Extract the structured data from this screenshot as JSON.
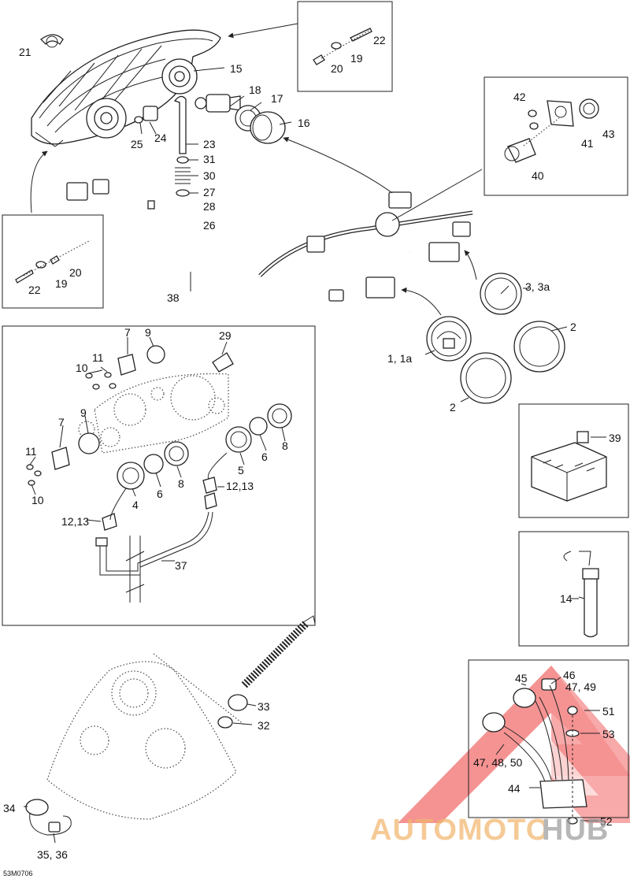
{
  "diagram_code": "53M0706",
  "watermark": {
    "part1": "AUTOMOTO",
    "part2": "HUB",
    "colors": {
      "accent": "#f2b46a",
      "triangle": "#ee3b3b",
      "gray": "#9a9a9a"
    }
  },
  "callouts": {
    "c1": "1, 1a",
    "c2a": "2",
    "c2b": "2",
    "c3": "3, 3a",
    "c4": "4",
    "c5": "5",
    "c6a": "6",
    "c6b": "6",
    "c7a": "7",
    "c7b": "7",
    "c8a": "8",
    "c8b": "8",
    "c9a": "9",
    "c9b": "9",
    "c10a": "10",
    "c10b": "10",
    "c11a": "11",
    "c11b": "11",
    "c1213a": "12,13",
    "c1213b": "12,13",
    "c14": "14",
    "c15": "15",
    "c16": "16",
    "c17": "17",
    "c18": "18",
    "c19a": "19",
    "c19b": "19",
    "c20a": "20",
    "c20b": "20",
    "c21": "21",
    "c22a": "22",
    "c22b": "22",
    "c23": "23",
    "c24": "24",
    "c25": "25",
    "c26": "26",
    "c27": "27",
    "c28": "28",
    "c29": "29",
    "c30": "30",
    "c31": "31",
    "c32": "32",
    "c33": "33",
    "c34": "34",
    "c3536": "35, 36",
    "c37": "37",
    "c38": "38",
    "c39": "39",
    "c40": "40",
    "c41": "41",
    "c42": "42",
    "c43": "43",
    "c44": "44",
    "c45": "45",
    "c46": "46",
    "c4749": "47, 49",
    "c474850": "47, 48, 50",
    "c51": "51",
    "c52": "52",
    "c53": "53"
  }
}
